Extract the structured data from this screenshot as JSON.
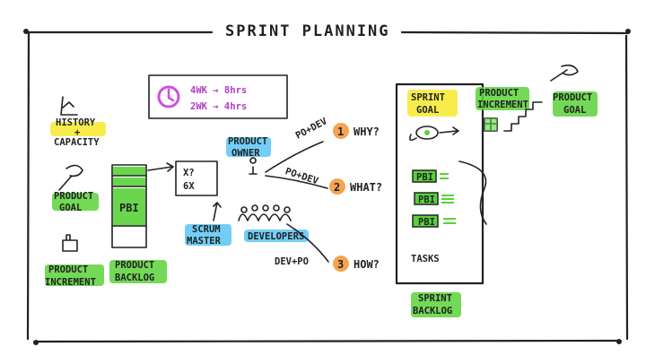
{
  "title": "SPRINT PLANNING",
  "left_column": {
    "history": [
      "HISTORY",
      "+",
      "CAPACITY"
    ],
    "product_goal": [
      "PRODUCT",
      "GOAL"
    ],
    "product_increment": [
      "PRODUCT",
      "INCREMENT"
    ]
  },
  "backlog": {
    "pbi_label": "PBI",
    "caption": [
      "PRODUCT",
      "BACKLOG"
    ],
    "selection_note": [
      "X?",
      "6X"
    ]
  },
  "capacity_note": {
    "line1": "4WK → 8hrs",
    "line2": "2WK → 4hrs"
  },
  "team": {
    "product_owner": [
      "PRODUCT",
      "OWNER"
    ],
    "scrum_master": [
      "SCRUM",
      "MASTER"
    ],
    "developers": "DEVELOPERS"
  },
  "questions": [
    {
      "who": "PO+DEV",
      "number": "1",
      "text": "WHY?"
    },
    {
      "who": "PO+DEV",
      "number": "2",
      "text": "WHAT?"
    },
    {
      "who": "DEV+PO",
      "number": "3",
      "text": "HOW?"
    }
  ],
  "sprint_backlog": {
    "goal": [
      "SPRINT",
      "GOAL"
    ],
    "items": [
      "PBI",
      "PBI",
      "PBI"
    ],
    "tasks": "TASKS",
    "caption": [
      "SPRINT",
      "BACKLOG"
    ]
  },
  "right_side": {
    "product_increment": [
      "PRODUCT",
      "INCREMENT"
    ],
    "product_goal": [
      "PRODUCT",
      "GOAL"
    ]
  },
  "colors": {
    "green": "#5ad23a",
    "yellow": "#f7ea3a",
    "blue": "#59c6f4",
    "orange": "#f39a3f",
    "purple": "#cf4fe0"
  }
}
